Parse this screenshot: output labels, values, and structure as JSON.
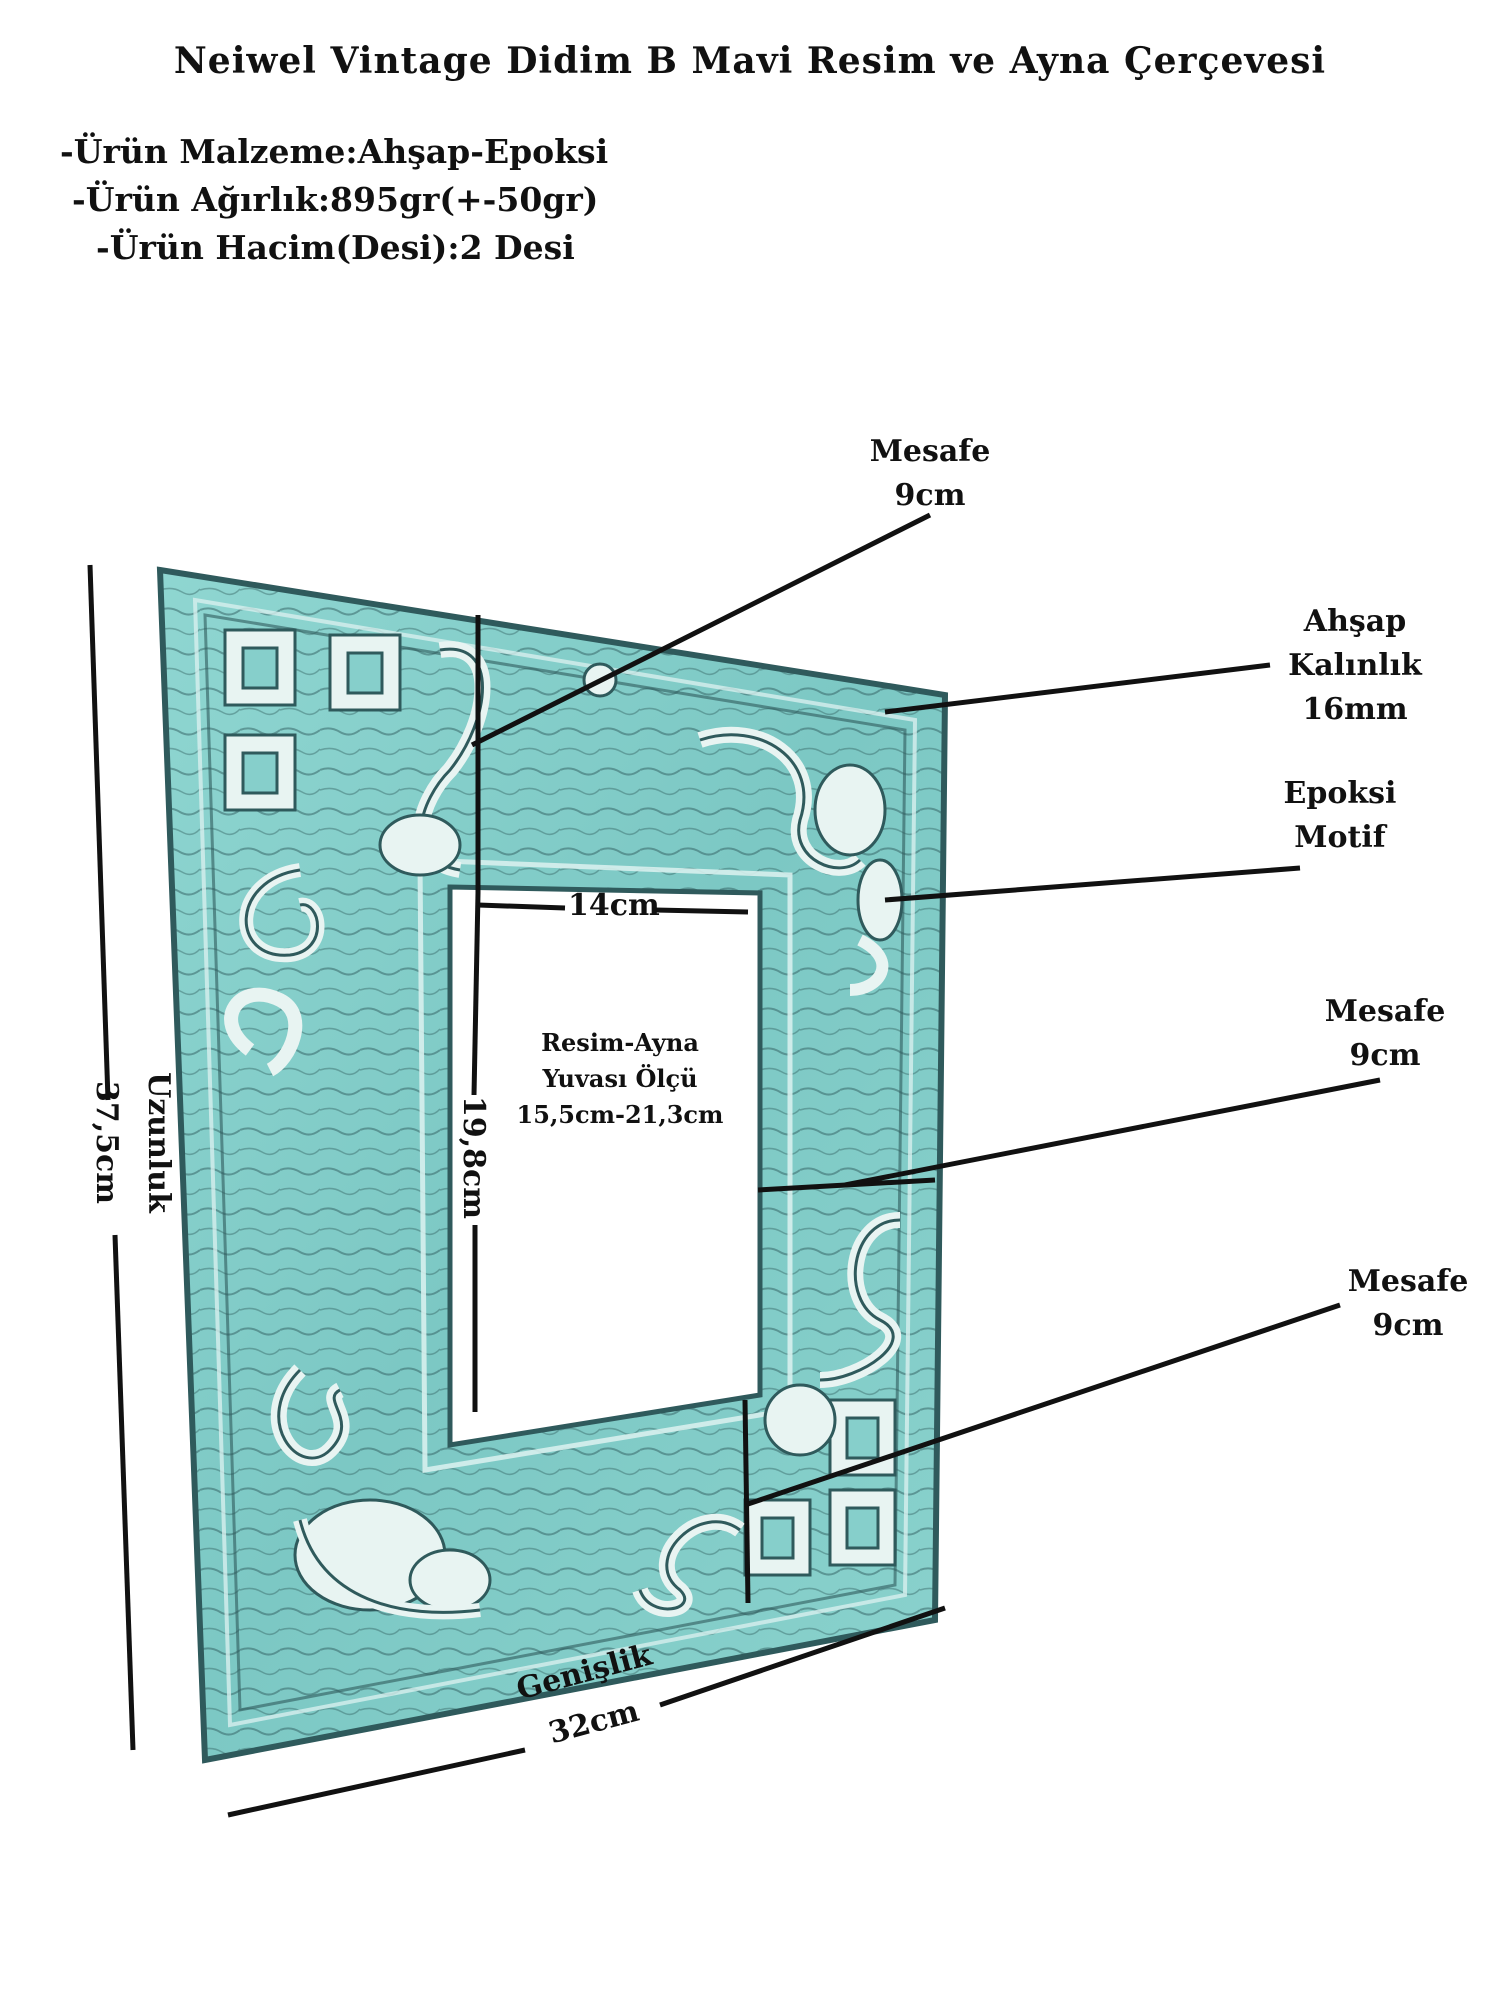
{
  "title": "Neiwel Vintage Didim B Mavi Resim ve Ayna Çerçevesi",
  "specs": [
    "-Ürün Malzeme:Ahşap-Epoksi",
    "-Ürün Ağırlık:895gr(+-50gr)",
    "-Ürün Hacim(Desi):2 Desi"
  ],
  "callouts": {
    "mesafe_top": [
      "Mesafe",
      "9cm"
    ],
    "ahsap": [
      "Ahşap",
      "Kalınlık",
      "16mm"
    ],
    "epoksi": [
      "Epoksi",
      "Motif"
    ],
    "mesafe_mid": [
      "Mesafe",
      "9cm"
    ],
    "mesafe_bottom": [
      "Mesafe",
      "9cm"
    ]
  },
  "dimensions": {
    "inner_width": "14cm",
    "inner_height": "19,8cm",
    "length_label": "Uzunluk",
    "length_value": "37,5cm",
    "width_label": "Genişlik",
    "width_value": "32cm"
  },
  "slot": [
    "Resim-Ayna",
    "Yuvası Ölçü",
    "15,5cm-21,3cm"
  ],
  "colors": {
    "frame": "#86cfcb",
    "frame_dark": "#2f5a5c",
    "motif": "#e8f4f2",
    "line": "#111111"
  }
}
